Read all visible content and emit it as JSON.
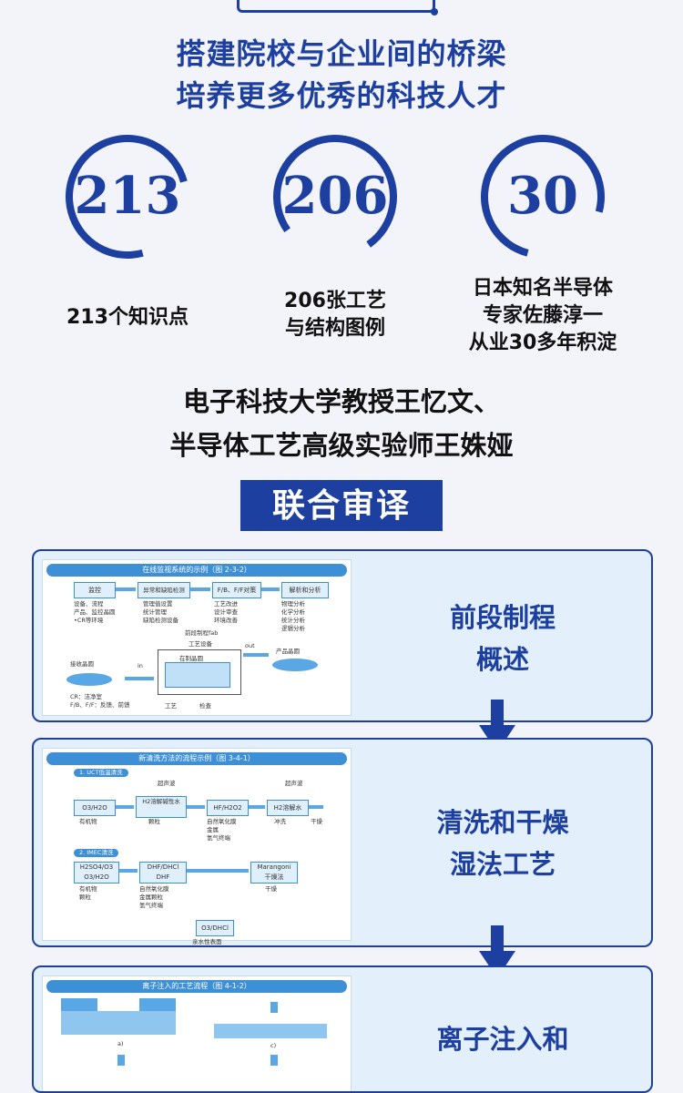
{
  "headline": {
    "line1": "搭建院校与企业间的桥梁",
    "line2": "培养更多优秀的科技人才"
  },
  "stats": [
    {
      "number": "213",
      "caption": [
        "213个知识点"
      ]
    },
    {
      "number": "206",
      "caption": [
        "206张工艺",
        "与结构图例"
      ]
    },
    {
      "number": "30",
      "caption": [
        "日本知名半导体",
        "专家佐藤淳一",
        "从业30多年积淀"
      ]
    }
  ],
  "authors": {
    "line1": "电子科技大学教授王忆文、",
    "line2": "半导体工艺高级实验师王姝娅"
  },
  "banner": "联合审译",
  "cards": [
    {
      "figure_title": "在线监视系统的示例（图 2-3-2）",
      "label": [
        "前段制程",
        "概述"
      ],
      "figure_text": {
        "box1": "监控",
        "box2": "异常和缺陷检测",
        "box3": "F/B、F/F对策",
        "box4": "解析和分析",
        "col1": "设备、流程\n产品、监控晶圆\n•CR等环境",
        "col2": "管理值设置\n统计管理\n缺陷检测设备",
        "col3": "工艺改进\n设计审查\n环境改善",
        "col4": "物理分析\n化学分析\n统计分析\n逻辑分析",
        "fab": "前段制程fab",
        "equip": "工艺设备",
        "wafer_in": "在制晶圆",
        "receive": "接收晶圆",
        "product": "产品晶圆",
        "in": "in",
        "out": "out",
        "cr": "CR：洁净室\nF/B、F/F：反馈、前馈",
        "process": "工艺",
        "inspect": "检查"
      }
    },
    {
      "figure_title": "新清洗方法的流程示例（图 3-4-1）",
      "label": [
        "清洗和干燥",
        "湿法工艺"
      ],
      "figure_text": {
        "sec1": "1. UCT低温清洗",
        "sec2": "2. IMEC清洗",
        "ultrasonic": "超声波",
        "b1": "O3/H2O",
        "b2": "H2溶解碱性水",
        "b3": "HF/H2O2",
        "b4": "H2溶解水",
        "t1": "有机物",
        "t2": "颗粒",
        "t3": "自然氧化膜\n金属\n氢气终端",
        "t4": "冲洗",
        "t5": "干燥",
        "c1": "H2SO4/O3\nO3/H2O",
        "c2": "DHF/DHCl\nDHF",
        "c3": "Marangoni\n干燥法",
        "c4": "O3/DHCl",
        "u1": "有机物\n颗粒",
        "u2": "自然氧化膜\n金属颗粒\n氢气终端",
        "u3": "干燥",
        "u4": "亲水性表面"
      }
    },
    {
      "figure_title": "离子注入的工艺流程（图 4-1-2）",
      "label": [
        "离子注入和"
      ],
      "figure_text": {
        "a": "a)",
        "c": "c)"
      }
    }
  ],
  "colors": {
    "primary": "#1d3fa0",
    "card_bg": "#e3f0fb",
    "figure_accent": "#3d8fd6"
  }
}
